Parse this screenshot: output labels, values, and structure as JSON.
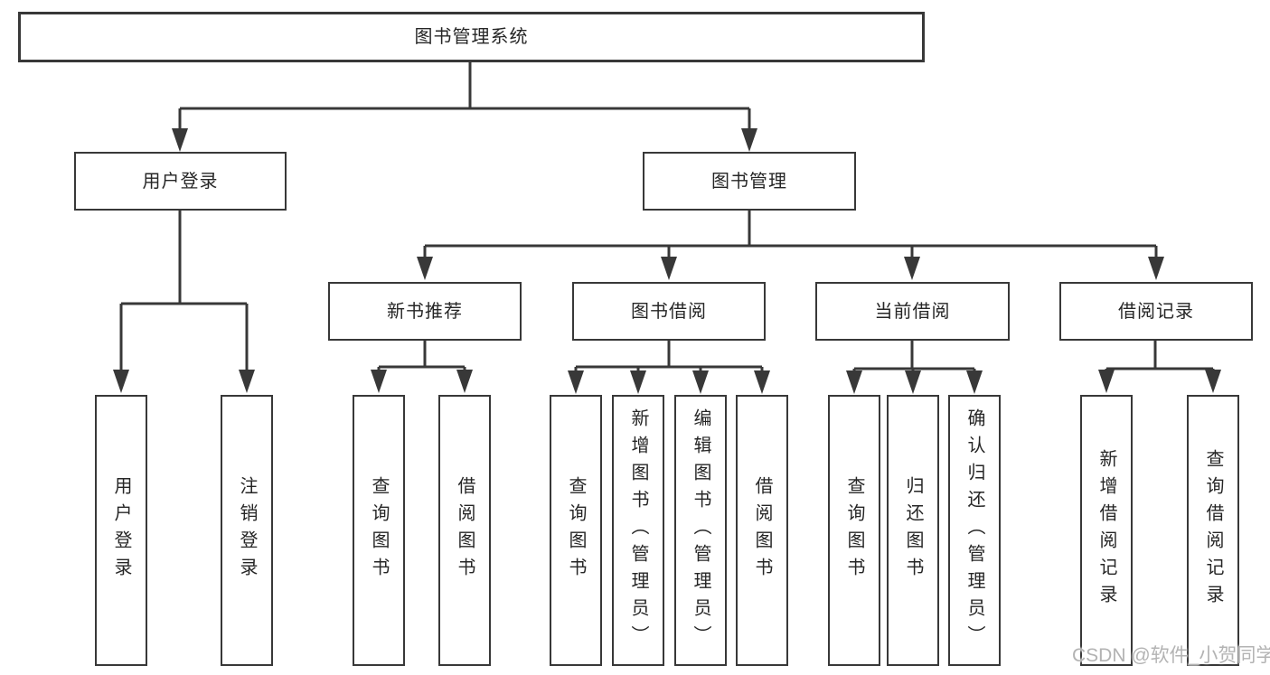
{
  "colors": {
    "line": "#383838",
    "box_border": "#383838",
    "text": "#262626",
    "background": "#ffffff",
    "watermark": "#b3b3b3"
  },
  "watermark": {
    "text": "CSDN @软件_小贺同学"
  },
  "tree": {
    "label": "图书管理系统",
    "children": [
      {
        "label": "用户登录",
        "children": [
          {
            "label": "用户登录"
          },
          {
            "label": "注销登录"
          }
        ]
      },
      {
        "label": "图书管理",
        "children": [
          {
            "label": "新书推荐",
            "children": [
              {
                "label": "查询图书"
              },
              {
                "label": "借阅图书"
              }
            ]
          },
          {
            "label": "图书借阅",
            "children": [
              {
                "label": "查询图书"
              },
              {
                "label": "新增图书（管理员）"
              },
              {
                "label": "编辑图书（管理员）"
              },
              {
                "label": "借阅图书"
              }
            ]
          },
          {
            "label": "当前借阅",
            "children": [
              {
                "label": "查询图书"
              },
              {
                "label": "归还图书"
              },
              {
                "label": "确认归还（管理员）"
              }
            ]
          },
          {
            "label": "借阅记录",
            "children": [
              {
                "label": "新增借阅记录"
              },
              {
                "label": "查询借阅记录"
              }
            ]
          }
        ]
      }
    ]
  }
}
